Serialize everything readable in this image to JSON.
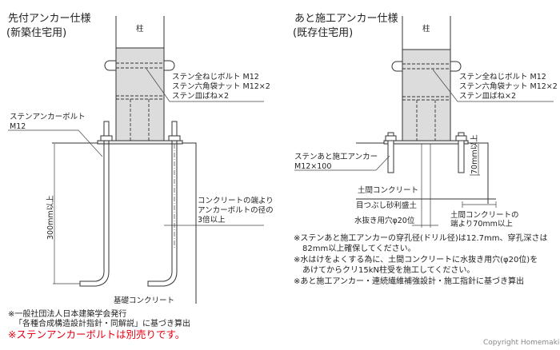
{
  "left": {
    "title": "先付アンカー仕様",
    "subtitle": "(新築住宅用)",
    "column_label": "柱",
    "parts": [
      "ステン全ねじボルト M12",
      "ステン六角袋ナット M12×2",
      "ステン皿ばね×2"
    ],
    "anchor_label": [
      "ステンアンカーボルト",
      "M12"
    ],
    "edge_note": [
      "コンクリートの端より",
      "アンカーボルトの径の",
      "3倍以上"
    ],
    "depth_label": "300mm以上",
    "foundation_label": "基礎コンクリート",
    "notes": [
      "※一般社団法人日本建築学会発行",
      "「各種合成構造設計指針・同解説」に基づき算出"
    ],
    "warning": "※ステンアンカーボルトは別売りです。"
  },
  "right": {
    "title": "あと施工アンカー仕様",
    "subtitle": "(既存住宅用)",
    "column_label": "柱",
    "parts": [
      "ステン全ねじボルト M12",
      "ステン六角袋ナット M12×2",
      "ステン皿ばね×2"
    ],
    "anchor_label": [
      "ステンあと施工アンカー",
      "M12×100"
    ],
    "depth_label": "70mm以上",
    "slab_label": "土間コンクリート",
    "gravel_label": "目つぶし砂利盛土",
    "drain_label": "水抜き用穴φ20位",
    "edge_note": [
      "土間コンクリートの",
      "端より70mm以上"
    ],
    "notes": [
      "※ステンあと施工アンカーの穿孔径(ドリル径)は12.7mm、穿孔深さは",
      "82mm以上確保してください。",
      "※水はけをよくする為に、土間コンクリートに水抜き用穴(φ20位)を",
      "あけてからクリ15kN柱受を施工してください。",
      "※あと施工アンカー・連続繊維補強設計・施工指針に基づき算出"
    ]
  },
  "copyright": "Copyright Homemaking",
  "colors": {
    "warning": "#e60012",
    "bracket": "#dcdcdc"
  }
}
